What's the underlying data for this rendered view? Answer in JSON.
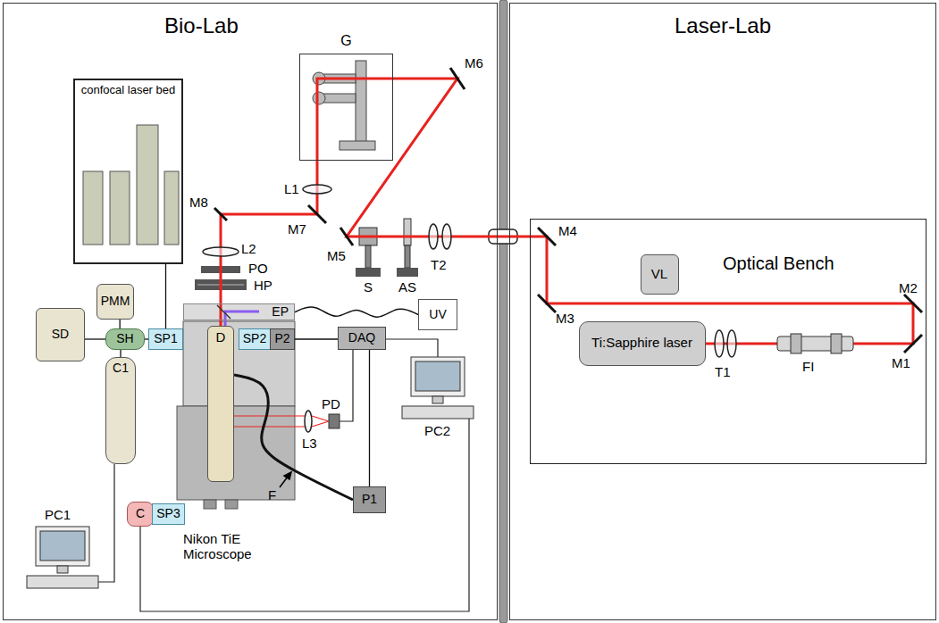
{
  "diagram": {
    "nodes": [
      {
        "text": [
          "Bio-Lab"
        ]
      },
      {
        "text": [
          "G"
        ],
        "in": 0
      },
      {
        "text": [
          "confocal laser bed"
        ],
        "in": 0
      },
      {
        "text": [
          "PMM"
        ],
        "in": 0
      },
      {
        "text": [
          "SD"
        ],
        "in": 0
      },
      {
        "text": [
          "SH"
        ],
        "in": 0
      },
      {
        "text": [
          "SP1"
        ],
        "in": 0
      },
      {
        "text": [
          "EP"
        ],
        "in": 0
      },
      {
        "text": [
          "UV"
        ],
        "in": 0
      },
      {
        "text": [
          "D"
        ],
        "in": 0
      },
      {
        "text": [
          "SP2"
        ],
        "in": 0
      },
      {
        "text": [
          "P2"
        ],
        "in": 0
      },
      {
        "text": [
          "DAQ"
        ],
        "in": 0
      },
      {
        "text": [
          "P1"
        ],
        "in": 0
      },
      {
        "text": [
          "C1"
        ],
        "in": 0
      },
      {
        "text": [
          "C"
        ],
        "in": 0
      },
      {
        "text": [
          "SP3"
        ],
        "in": 0
      },
      {
        "text": [
          "Laser-Lab"
        ]
      },
      {
        "text": [
          "Optical Bench"
        ],
        "in": 17
      },
      {
        "text": [
          "VL"
        ],
        "in": 18
      },
      {
        "text": [
          "Ti:Sapphire laser"
        ],
        "in": 18
      }
    ],
    "edges": [
      {
        "from": 4,
        "to": 5,
        "arrow": "none"
      },
      {
        "from": 3,
        "to": 5,
        "arrow": "none"
      },
      {
        "from": 5,
        "to": 6,
        "arrow": "none"
      },
      {
        "from": 5,
        "to": 14,
        "arrow": "none"
      },
      {
        "from": 6,
        "to": 2,
        "arrow": "none"
      },
      {
        "from": 7,
        "to": 8,
        "arrow": "none"
      },
      {
        "from": 9,
        "to": 13,
        "arrow": "none"
      },
      {
        "from": 11,
        "to": 12,
        "arrow": "none"
      },
      {
        "from": 12,
        "to": 13,
        "arrow": "none"
      }
    ],
    "labels": [
      "M6",
      "L1",
      "M7",
      "M8",
      "M5",
      "S",
      "AS",
      "T2",
      "M4",
      "M3",
      "M2",
      "M1",
      "T1",
      "FI",
      "L2",
      "PO",
      "HP",
      "PD",
      "L3",
      "F",
      "PC1",
      "PC2",
      "Nikon TiE Microscope"
    ]
  }
}
